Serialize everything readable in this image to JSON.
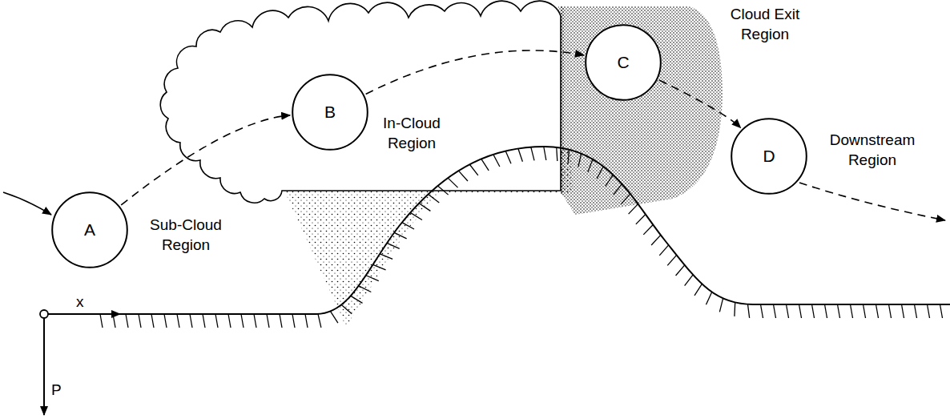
{
  "diagram": {
    "nodes": [
      {
        "text": [
          "A",
          "Sub-Cloud Region"
        ]
      },
      {
        "text": [
          "B",
          "In-Cloud Region"
        ]
      },
      {
        "text": [
          "C",
          "Cloud Exit Region"
        ]
      },
      {
        "text": [
          "D",
          "Downstream Region"
        ]
      }
    ],
    "edges": [
      {
        "from": 0,
        "to": 1,
        "arrow": "to"
      },
      {
        "from": 1,
        "to": 2,
        "arrow": "to"
      },
      {
        "from": 2,
        "to": 3,
        "arrow": "to"
      }
    ],
    "labels": [
      "x",
      "P"
    ]
  }
}
